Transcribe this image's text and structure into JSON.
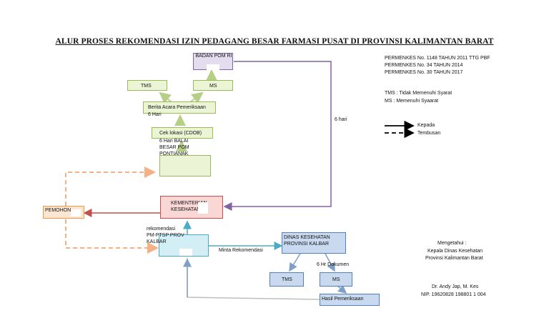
{
  "title": "ALUR PROSES REKOMENDASI IZIN PEDAGANG BESAR FARMASI PUSAT DI PROVINSI KALIMANTAN BARAT",
  "nodes": {
    "badan_pom_ri": "BADAN POM RI",
    "tms_top": "TMS",
    "ms_top": "MS",
    "berita_acara": "Berita Acara Pemeriksaan",
    "six_hari_ba": "6 Hari",
    "cek_lokasi": "Cek lokasi (CDOB)",
    "balai_label": "6 Hari BALAI\nBESAR POM\nPONTIANAK",
    "kementerian": "KEMENTERIAN\nKESEHATAN RI",
    "pemohon": "PEMOHON",
    "ptsp_label": "rekomendasi\nPM-PTSP PROV\nKALBAR",
    "minta_rekomendasi": "Minta Rekomendasi",
    "dinas": "DINAS KESEHATAN\nPROVINSI KALBAR",
    "six_hr_dokumen": "6 Hr Dokumen",
    "tms_bottom": "TMS",
    "ms_bottom": "MS",
    "hasil": "Hasil Pemeriksaan",
    "six_hari_right": "6 hari"
  },
  "regulations": [
    "PERMENKES No. 1148 TAHUN 2011 TTG PBF",
    "PERMENKES No. 34 TAHUN 2014",
    "PERMENKES No. 30 TAHUN 2017"
  ],
  "definitions": [
    "TMS : Tidak Memenuhi Syarat",
    "MS : Memenuhi Syaarat"
  ],
  "legend": {
    "kepada": "Kepada",
    "tembusan": "Tembusan"
  },
  "signature": {
    "mengetahui": "Mengetahui :",
    "jabatan1": "Kepala Dinas Kesehatan",
    "jabatan2": "Provinsi Kalimantan Barat",
    "nama": "Dr. Andy Jap, M. Kes",
    "nip": "NIP. 19620828 198801 1 004"
  },
  "colors": {
    "purple": "#8064a2",
    "purple_fill": "#e4dcef",
    "green": "#9bbb59",
    "green_fill": "#ebf5d6",
    "red": "#c0504d",
    "red_fill": "#f8d7d5",
    "orange": "#f79646",
    "orange_fill": "#fde7d3",
    "cyan": "#4bacc6",
    "cyan_fill": "#d4eef6",
    "blue": "#4f81bd",
    "blue_fill": "#c9d9ef"
  }
}
